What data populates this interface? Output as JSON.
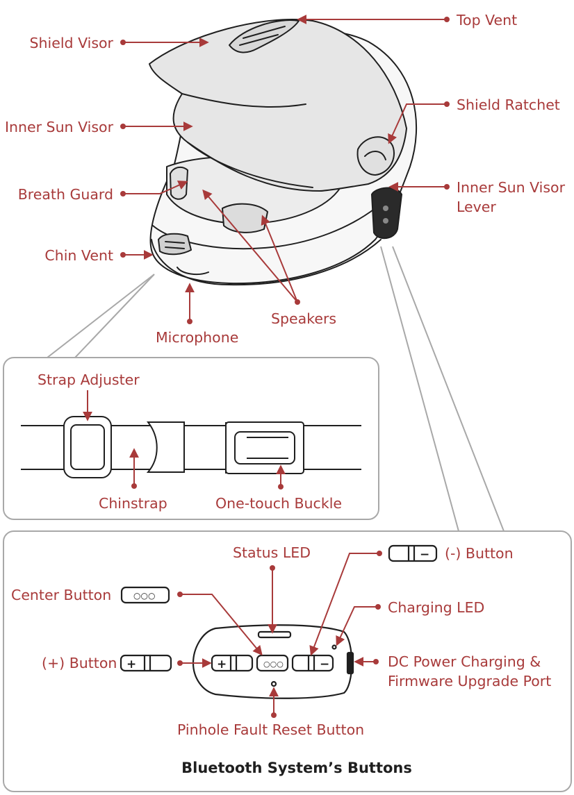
{
  "colors": {
    "label": "#a83a3a",
    "line": "#1f1f1f",
    "callout": "#a8a8a8",
    "helmet_fill": "#f2f2f2"
  },
  "labels": {
    "top_vent": "Top Vent",
    "shield_visor": "Shield Visor",
    "shield_ratchet": "Shield Ratchet",
    "inner_sun_visor": "Inner Sun Visor",
    "inner_sun_visor_lever_line1": "Inner Sun Visor",
    "inner_sun_visor_lever_line2": "Lever",
    "breath_guard": "Breath Guard",
    "chin_vent": "Chin Vent",
    "speakers": "Speakers",
    "microphone": "Microphone",
    "strap_adjuster": "Strap Adjuster",
    "chinstrap": "Chinstrap",
    "one_touch_buckle": "One-touch Buckle",
    "status_led": "Status LED",
    "minus_button": "(-) Button",
    "center_button": "Center Button",
    "charging_led": "Charging LED",
    "plus_button": "(+) Button",
    "dc_port_line1": "DC Power Charging &",
    "dc_port_line2": "Firmware Upgrade Port",
    "pinhole_reset": "Pinhole Fault Reset Button"
  },
  "caption": "Bluetooth System’s Buttons",
  "icons": {
    "plus": "+",
    "minus": "−",
    "dots": "○○○"
  }
}
